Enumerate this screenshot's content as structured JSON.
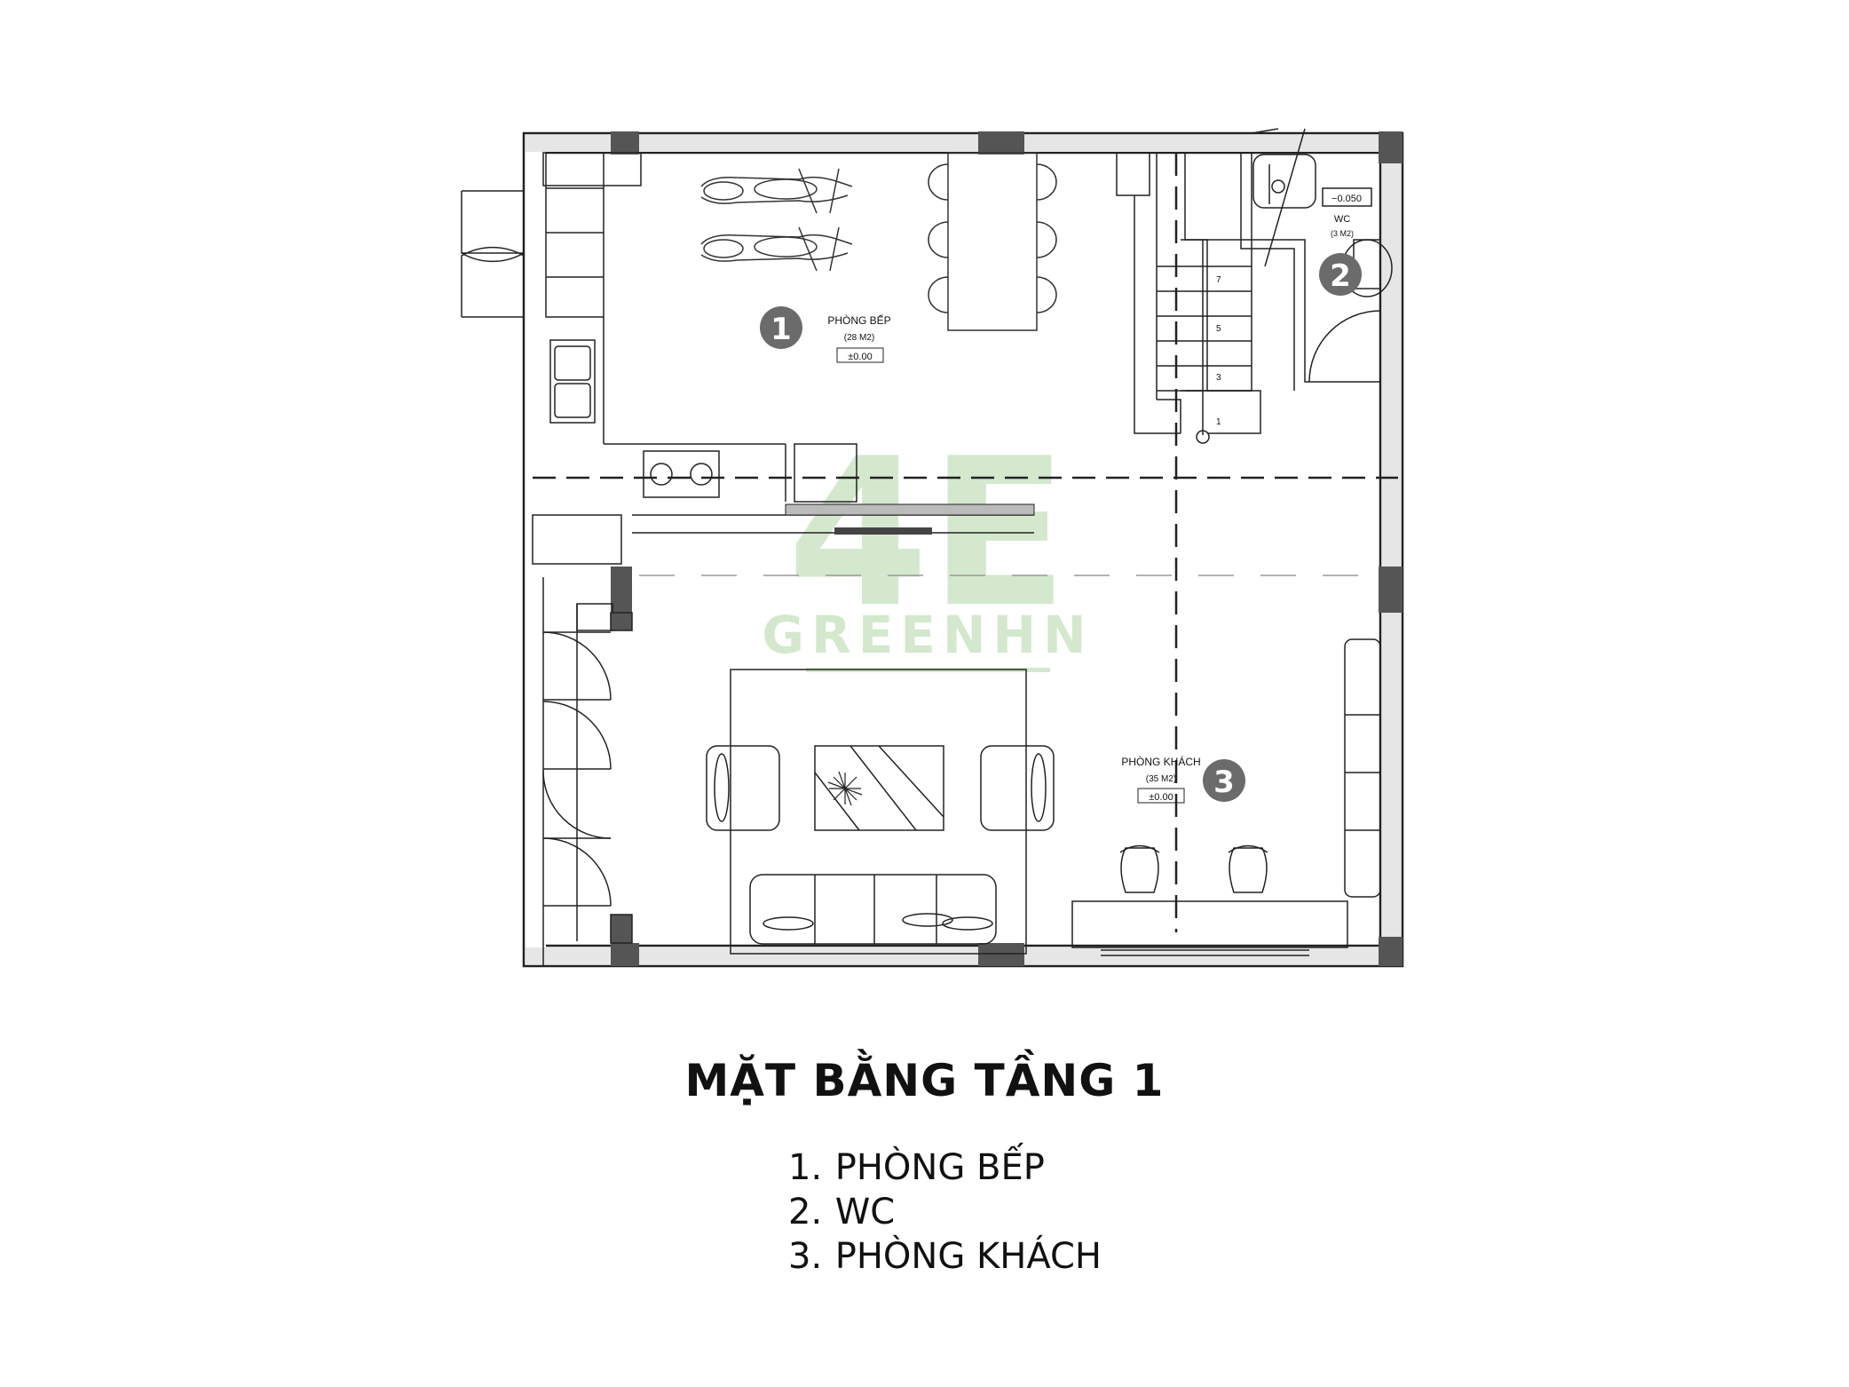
{
  "title": "MẶT BẰNG TẦNG 1",
  "legend": [
    {
      "num": "1.",
      "label": "PHÒNG BẾP"
    },
    {
      "num": "2.",
      "label": "WC"
    },
    {
      "num": "3.",
      "label": "PHÒNG KHÁCH"
    }
  ],
  "rooms": {
    "kitchen": {
      "badge": "1",
      "name": "PHÒNG BẾP",
      "area": "(28 M2)",
      "level": "±0.00"
    },
    "wc": {
      "badge": "2",
      "name": "WC",
      "area": "(3 M2)",
      "level": "−0.050"
    },
    "living": {
      "badge": "3",
      "name": "PHÒNG KHÁCH",
      "area": "(35 M2)",
      "level": "±0.00"
    }
  },
  "stair_numbers": [
    "7",
    "5",
    "3",
    "1"
  ],
  "watermark": {
    "logo": "4E",
    "brand": "GREENHN"
  },
  "colors": {
    "wall": "#222222",
    "column": "#555555",
    "badge": "#6b6b6b",
    "watermark": "#d3e8cd"
  }
}
